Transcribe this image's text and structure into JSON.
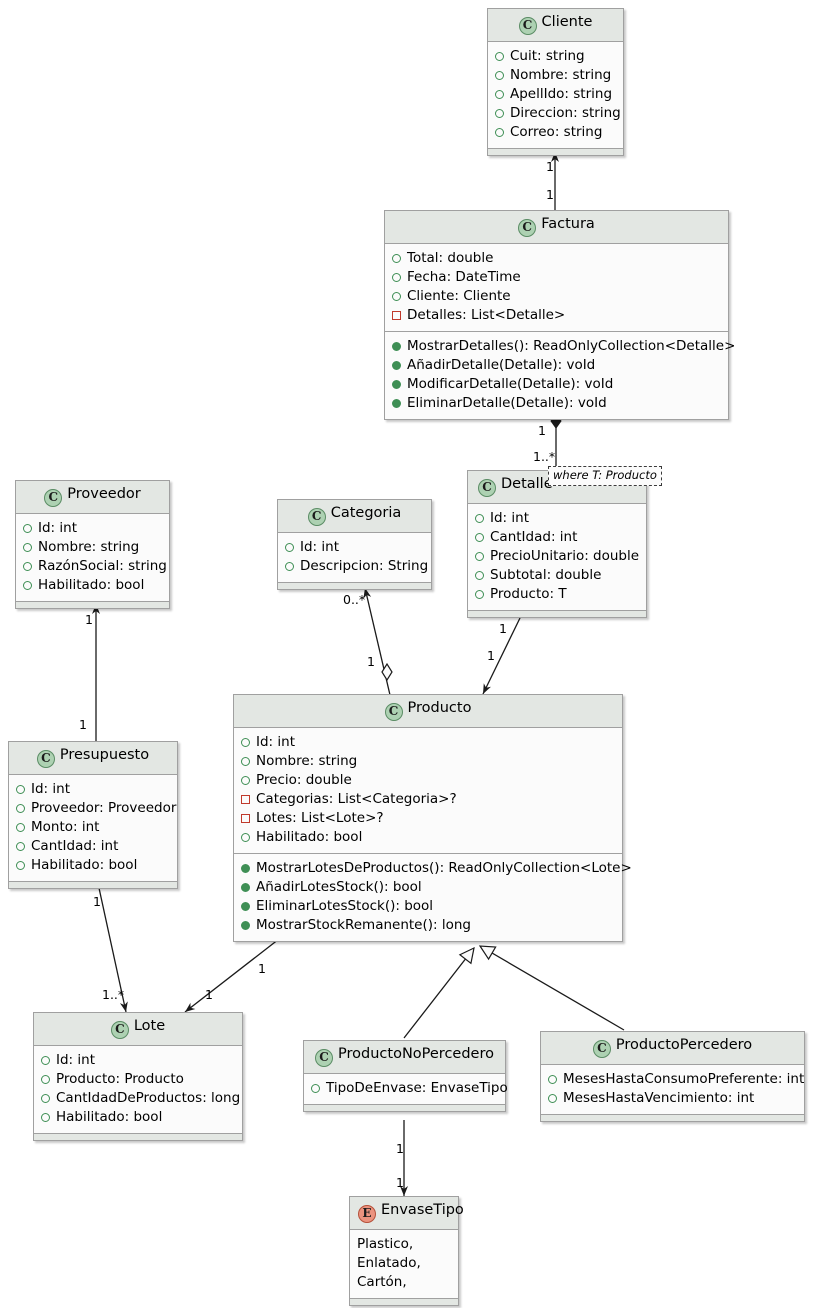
{
  "diagram": {
    "type": "uml-class-diagram",
    "title": "",
    "colors": {
      "class_header_bg": "#e3e7e3",
      "class_body_bg": "#fbfbfb",
      "border": "#a0a0a0",
      "class_badge_bg": "#add1b2",
      "enum_badge_bg": "#eb937f",
      "public_marker": "#3f8f55",
      "private_marker": "#c0392b",
      "line": "#2b2b2b",
      "page_bg": "#ffffff"
    },
    "classes": [
      {
        "id": "cliente",
        "stereotype": "C",
        "name": "Cliente",
        "fields": [
          {
            "vis": "public",
            "text": "Cuit: string"
          },
          {
            "vis": "public",
            "text": "Nombre: string"
          },
          {
            "vis": "public",
            "text": "ApellIdo: string"
          },
          {
            "vis": "public",
            "text": "Direccion: string"
          },
          {
            "vis": "public",
            "text": "Correo: string"
          }
        ],
        "methods": []
      },
      {
        "id": "factura",
        "stereotype": "C",
        "name": "Factura",
        "fields": [
          {
            "vis": "public",
            "text": "Total: double"
          },
          {
            "vis": "public",
            "text": "Fecha: DateTime"
          },
          {
            "vis": "public",
            "text": "Cliente: Cliente"
          },
          {
            "vis": "private",
            "text": "Detalles: List<Detalle>"
          }
        ],
        "methods": [
          {
            "vis": "public",
            "text": "MostrarDetalles(): ReadOnlyCollection<Detalle>"
          },
          {
            "vis": "public",
            "text": "AñadirDetalle(Detalle): voId"
          },
          {
            "vis": "public",
            "text": "ModificarDetalle(Detalle): voId"
          },
          {
            "vis": "public",
            "text": "EliminarDetalle(Detalle): voId"
          }
        ]
      },
      {
        "id": "detalle",
        "stereotype": "C",
        "name": "Detalle",
        "template_note": "where T: Producto",
        "fields": [
          {
            "vis": "public",
            "text": "Id: int"
          },
          {
            "vis": "public",
            "text": "CantIdad: int"
          },
          {
            "vis": "public",
            "text": "PrecioUnitario: double"
          },
          {
            "vis": "public",
            "text": "Subtotal: double"
          },
          {
            "vis": "public",
            "text": "Producto: T"
          }
        ],
        "methods": []
      },
      {
        "id": "categoria",
        "stereotype": "C",
        "name": "Categoria",
        "fields": [
          {
            "vis": "public",
            "text": "Id: int"
          },
          {
            "vis": "public",
            "text": "Descripcion: String"
          }
        ],
        "methods": []
      },
      {
        "id": "proveedor",
        "stereotype": "C",
        "name": "Proveedor",
        "fields": [
          {
            "vis": "public",
            "text": "Id: int"
          },
          {
            "vis": "public",
            "text": "Nombre: string"
          },
          {
            "vis": "public",
            "text": "RazónSocial: string"
          },
          {
            "vis": "public",
            "text": "Habilitado: bool"
          }
        ],
        "methods": []
      },
      {
        "id": "presupuesto",
        "stereotype": "C",
        "name": "Presupuesto",
        "fields": [
          {
            "vis": "public",
            "text": "Id: int"
          },
          {
            "vis": "public",
            "text": "Proveedor: Proveedor"
          },
          {
            "vis": "public",
            "text": "Monto: int"
          },
          {
            "vis": "public",
            "text": "CantIdad: int"
          },
          {
            "vis": "public",
            "text": "Habilitado: bool"
          }
        ],
        "methods": []
      },
      {
        "id": "producto",
        "stereotype": "C",
        "name": "Producto",
        "fields": [
          {
            "vis": "public",
            "text": "Id: int"
          },
          {
            "vis": "public",
            "text": "Nombre: string"
          },
          {
            "vis": "public",
            "text": "Precio: double"
          },
          {
            "vis": "private",
            "text": "Categorias: List<Categoria>?"
          },
          {
            "vis": "private",
            "text": "Lotes: List<Lote>?"
          },
          {
            "vis": "public",
            "text": "Habilitado: bool"
          }
        ],
        "methods": [
          {
            "vis": "public",
            "text": "MostrarLotesDeProductos(): ReadOnlyCollection<Lote>"
          },
          {
            "vis": "public",
            "text": "AñadirLotesStock(): bool"
          },
          {
            "vis": "public",
            "text": "EliminarLotesStock(): bool"
          },
          {
            "vis": "public",
            "text": "MostrarStockRemanente(): long"
          }
        ]
      },
      {
        "id": "lote",
        "stereotype": "C",
        "name": "Lote",
        "fields": [
          {
            "vis": "public",
            "text": "Id: int"
          },
          {
            "vis": "public",
            "text": "Producto: Producto"
          },
          {
            "vis": "public",
            "text": "CantIdadDeProductos: long"
          },
          {
            "vis": "public",
            "text": "Habilitado: bool"
          }
        ],
        "methods": []
      },
      {
        "id": "productonopercedero",
        "stereotype": "C",
        "name": "ProductoNoPercedero",
        "fields": [
          {
            "vis": "public",
            "text": "TipoDeEnvase: EnvaseTipo"
          }
        ],
        "methods": []
      },
      {
        "id": "productopercedero",
        "stereotype": "C",
        "name": "ProductoPercedero",
        "fields": [
          {
            "vis": "public",
            "text": "MesesHastaConsumoPreferente: int"
          },
          {
            "vis": "public",
            "text": "MesesHastaVencimiento: int"
          }
        ],
        "methods": []
      },
      {
        "id": "envasetipo",
        "stereotype": "E",
        "name": "EnvaseTipo",
        "literals": [
          "Plastico,",
          "Enlatado,",
          "Cartón,"
        ],
        "fields": [],
        "methods": []
      }
    ],
    "relationships": [
      {
        "from": "factura",
        "to": "cliente",
        "kind": "association-arrow",
        "source_label": "1",
        "target_label": "1"
      },
      {
        "from": "factura",
        "to": "detalle",
        "kind": "composition",
        "source_label": "1",
        "target_label": "1..*"
      },
      {
        "from": "categoria",
        "to": "producto",
        "kind": "aggregation",
        "source_label": "0..*",
        "target_label": "1"
      },
      {
        "from": "detalle",
        "to": "producto",
        "kind": "association-arrow",
        "source_label": "1",
        "target_label": "1"
      },
      {
        "from": "presupuesto",
        "to": "proveedor",
        "kind": "association-arrow",
        "source_label": "1",
        "target_label": "1"
      },
      {
        "from": "presupuesto",
        "to": "lote",
        "kind": "association-arrow",
        "source_label": "1",
        "target_label": "1..*"
      },
      {
        "from": "producto",
        "to": "lote",
        "kind": "association-arrow",
        "source_label": "1",
        "target_label": "1"
      },
      {
        "from": "productonopercedero",
        "to": "producto",
        "kind": "inheritance",
        "source_label": "",
        "target_label": ""
      },
      {
        "from": "productopercedero",
        "to": "producto",
        "kind": "inheritance",
        "source_label": "",
        "target_label": ""
      },
      {
        "from": "productonopercedero",
        "to": "envasetipo",
        "kind": "association-arrow",
        "source_label": "1",
        "target_label": "1"
      }
    ],
    "edge_labels": [
      {
        "id": "l-cliente-top",
        "text": "1"
      },
      {
        "id": "l-factura-top",
        "text": "1"
      },
      {
        "id": "l-factura-bottom",
        "text": "1"
      },
      {
        "id": "l-detalle-top",
        "text": "1..*"
      },
      {
        "id": "l-categoria-bottom",
        "text": "0..*"
      },
      {
        "id": "l-categoria-producto",
        "text": "1"
      },
      {
        "id": "l-detalle-bottom",
        "text": "1"
      },
      {
        "id": "l-producto-detalle",
        "text": "1"
      },
      {
        "id": "l-proveedor-bottom",
        "text": "1"
      },
      {
        "id": "l-presupuesto-top",
        "text": "1"
      },
      {
        "id": "l-presupuesto-bottom",
        "text": "1"
      },
      {
        "id": "l-lote-presupuesto",
        "text": "1..*"
      },
      {
        "id": "l-producto-lote",
        "text": "1"
      },
      {
        "id": "l-lote-producto",
        "text": "1"
      },
      {
        "id": "l-nopercedero-bottom",
        "text": "1"
      },
      {
        "id": "l-envasetipo-top",
        "text": "1"
      }
    ]
  }
}
